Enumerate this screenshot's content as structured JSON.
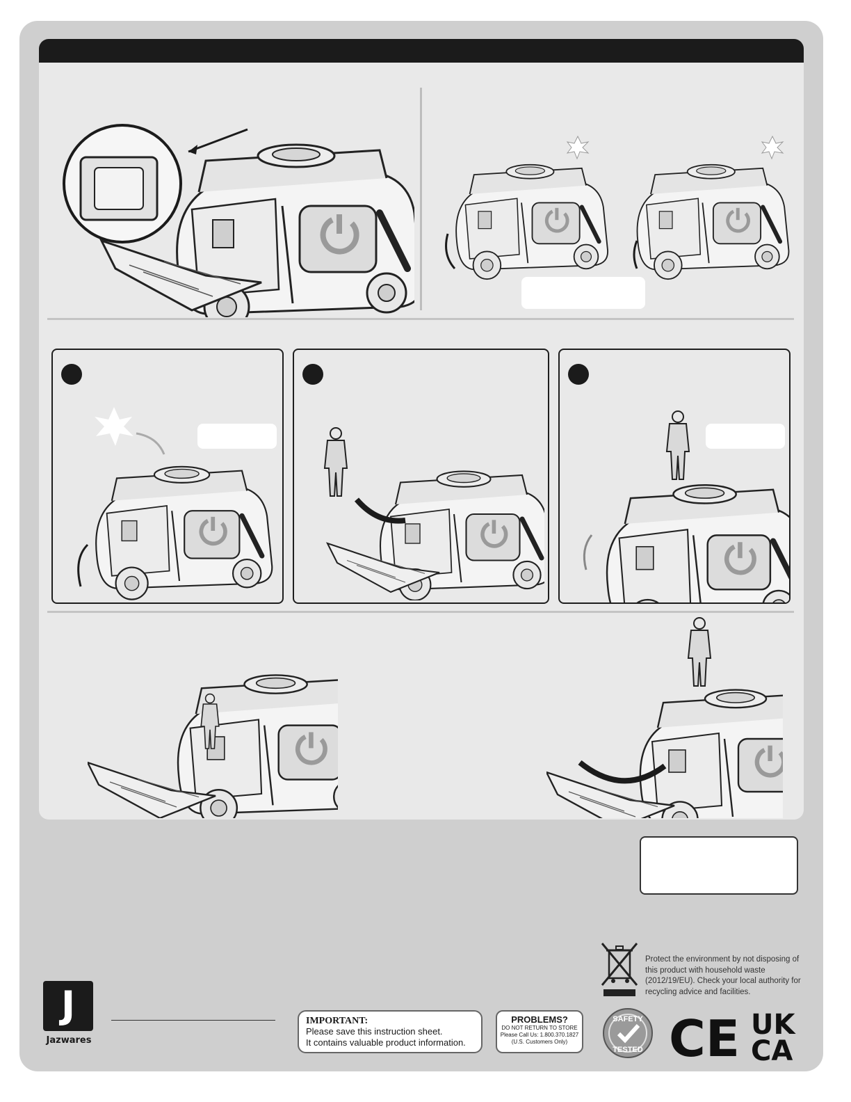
{
  "notice": {
    "important_title": "IMPORTANT:",
    "important_line1": "Please save this instruction sheet.",
    "important_line2": "It contains valuable product information.",
    "problems_title": "PROBLEMS?",
    "problems_line1": "DO NOT RETURN TO STORE",
    "problems_line2": "Please Call Us: 1.800.370.1827",
    "problems_line3": "(U.S. Customers Only)"
  },
  "environment": {
    "text": "Protect the environment by not disposing of this product with household waste (2012/19/EU). Check your local authority for recycling advice and facilities."
  },
  "brand": {
    "initial": "J",
    "name": "Jazwares"
  },
  "marks": {
    "safety_top": "SAFETY",
    "safety_bottom": "TESTED",
    "ce": "CE",
    "ukca_top": "UK",
    "ukca_bottom": "CA"
  },
  "colors": {
    "bar": "#1b1b1b",
    "sheet": "#cfcfcf",
    "panel": "#e9e9e9"
  }
}
